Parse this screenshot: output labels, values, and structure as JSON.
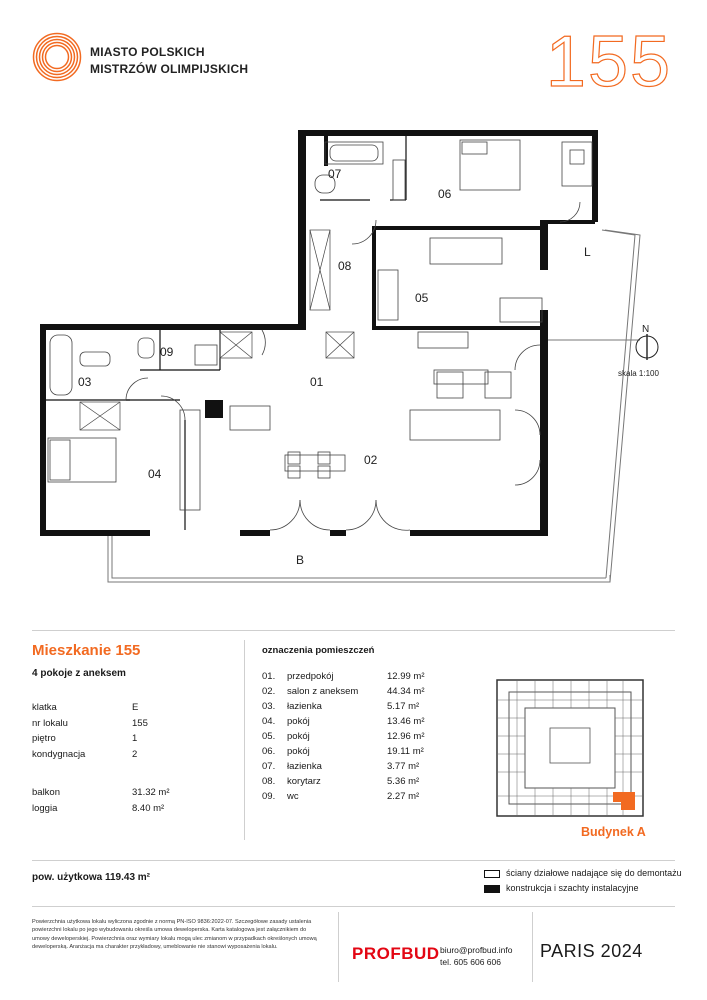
{
  "brand": {
    "line1": "MIASTO POLSKICH",
    "line2": "MISTRZÓW OLIMPIJSKICH",
    "accent_color": "#f26a21"
  },
  "apartment_number_big": "155",
  "plan": {
    "rooms": [
      "01",
      "02",
      "03",
      "04",
      "05",
      "06",
      "07",
      "08",
      "09"
    ],
    "balcony_label": "B",
    "loggia_label": "L",
    "north_label": "N",
    "scale_label": "skala 1:100"
  },
  "apartment": {
    "title": "Mieszkanie 155",
    "subtitle": "4 pokoje z aneksem",
    "details": [
      {
        "label": "klatka",
        "value": "E"
      },
      {
        "label": "nr lokalu",
        "value": "155"
      },
      {
        "label": "piętro",
        "value": "1"
      },
      {
        "label": "kondygnacja",
        "value": "2"
      }
    ],
    "outdoor": [
      {
        "label": "balkon",
        "value": "31.32 m²"
      },
      {
        "label": "loggia",
        "value": "8.40 m²"
      }
    ],
    "usable_area": "pow. użytkowa 119.43 m²"
  },
  "rooms_table": {
    "title": "oznaczenia pomieszczeń",
    "rows": [
      {
        "no": "01.",
        "name": "przedpokój",
        "area": "12.99 m²"
      },
      {
        "no": "02.",
        "name": "salon z aneksem",
        "area": "44.34 m²"
      },
      {
        "no": "03.",
        "name": "łazienka",
        "area": "5.17 m²"
      },
      {
        "no": "04.",
        "name": "pokój",
        "area": "13.46 m²"
      },
      {
        "no": "05.",
        "name": "pokój",
        "area": "12.96 m²"
      },
      {
        "no": "06.",
        "name": "pokój",
        "area": "19.11 m²"
      },
      {
        "no": "07.",
        "name": "łazienka",
        "area": "3.77 m²"
      },
      {
        "no": "08.",
        "name": "korytarz",
        "area": "5.36 m²"
      },
      {
        "no": "09.",
        "name": "wc",
        "area": "2.27 m²"
      }
    ]
  },
  "building": "Budynek A",
  "legend": [
    {
      "label": "ściany działowe nadające się do demontażu"
    },
    {
      "label": "konstrukcja i szachty instalacyjne"
    }
  ],
  "disclaimer": "Powierzchnia użytkowa lokalu wyliczona zgodnie z normą PN-ISO 9836:2022-07. Szczegółowe zasady ustalenia powierzchni lokalu po jego wybudowaniu określa umowa deweloperska. Karta katalogowa jest załącznikiem do umowy deweloperskiej. Powierzchnia oraz wymiary lokalu mogą ulec zmianom w przypadkach określonych umową deweloperską. Aranżacja ma charakter przykładowy, umeblowanie nie stanowi wyposażenia lokalu.",
  "developer": {
    "name": "PROFBUD",
    "email": "biuro@profbud.info",
    "phone": "tel. 605 606 606"
  },
  "project_name": "PARIS 2024"
}
